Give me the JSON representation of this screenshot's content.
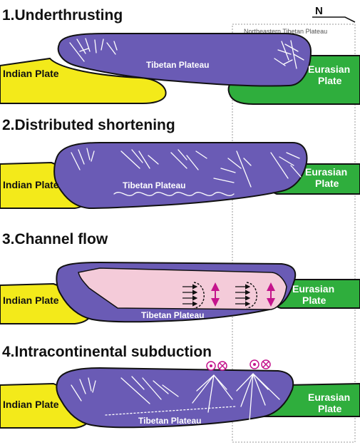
{
  "north": "N",
  "region_box_label": "Northeastern Tibetan Plateau",
  "colors": {
    "indian_plate": "#f3ea1a",
    "eurasian_plate": "#2fae3d",
    "tibetan_plateau": "#6a5bb5",
    "channel": "#f4cbd9",
    "arrow_magenta": "#c4148c",
    "outline": "#111111"
  },
  "panels": [
    {
      "title": "1.Underthrusting",
      "indian_plate": "Indian Plate",
      "tibetan_plateau": "Tibetan Plateau",
      "eurasian_plate": "Eurasian Plate"
    },
    {
      "title": "2.Distributed shortening",
      "indian_plate": "Indian Plate",
      "tibetan_plateau": "Tibetan Plateau",
      "eurasian_plate": "Eurasian Plate"
    },
    {
      "title": "3.Channel flow",
      "indian_plate": "Indian Plate",
      "tibetan_plateau": "Tibetan Plateau",
      "eurasian_plate": "Eurasian Plate"
    },
    {
      "title": "4.Intracontinental subduction",
      "indian_plate": "Indian Plate",
      "tibetan_plateau": "Tibetan Plateau",
      "eurasian_plate": "Eurasian Plate"
    }
  ]
}
